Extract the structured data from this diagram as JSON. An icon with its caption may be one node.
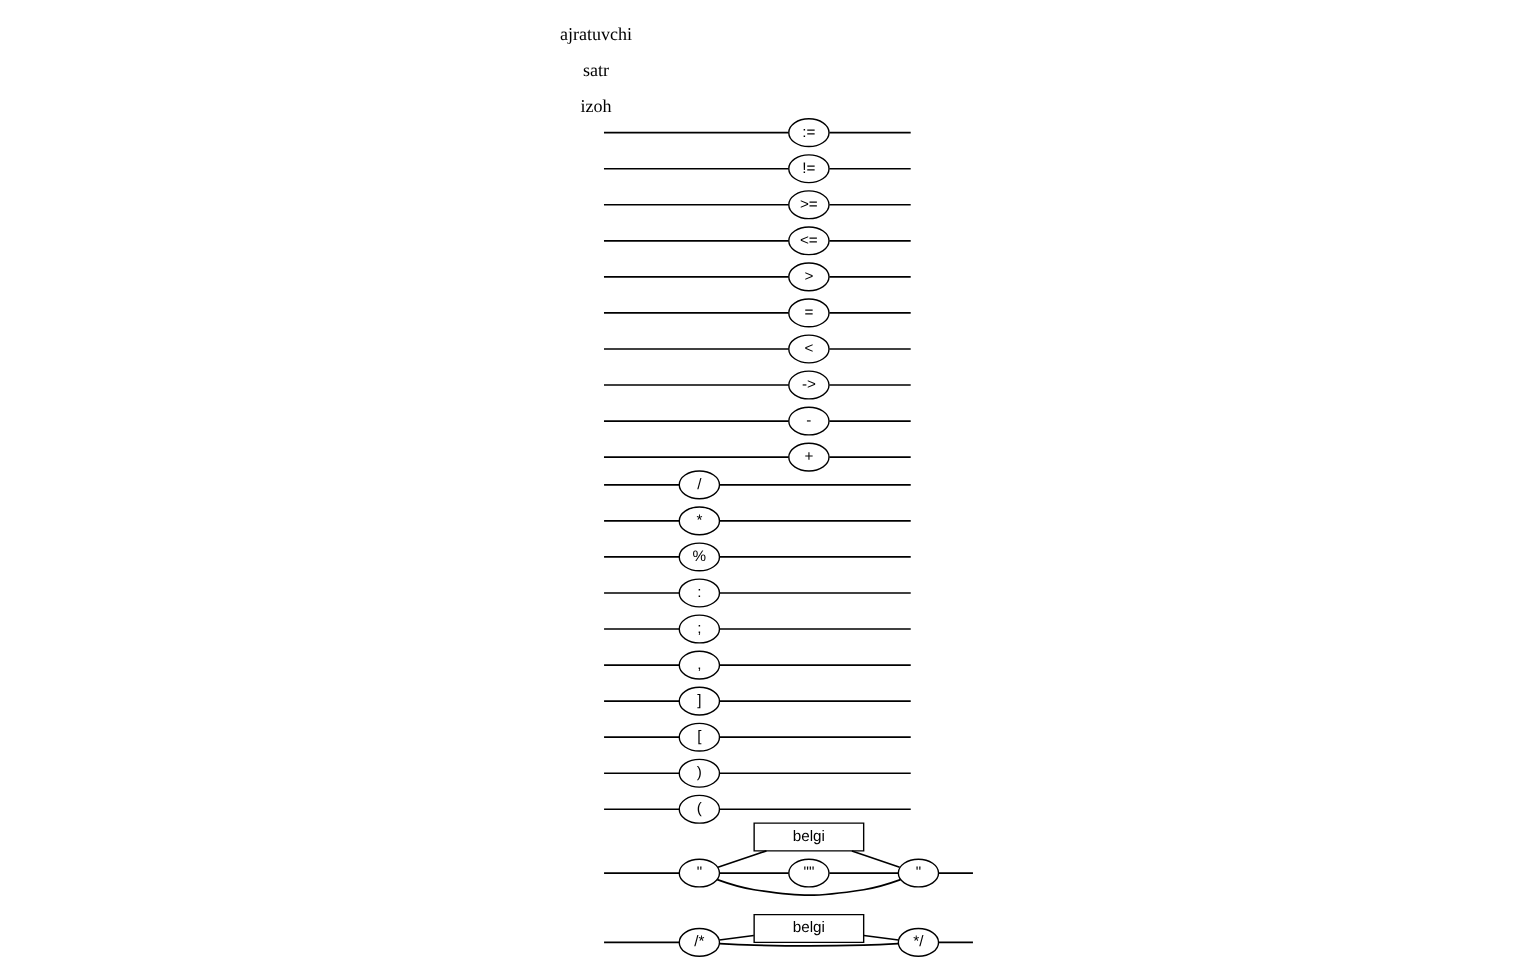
{
  "diagram": {
    "nodes": [
      {
        "text": [
          "/*"
        ]
      },
      {
        "text": [
          "belgi"
        ]
      },
      {
        "text": [
          "*/"
        ]
      },
      {
        "text": [
          "\""
        ]
      },
      {
        "text": [
          "belgi"
        ]
      },
      {
        "text": [
          "\"\""
        ]
      },
      {
        "text": [
          "\""
        ]
      },
      {
        "text": [
          "("
        ]
      },
      {
        "text": [
          ")"
        ]
      },
      {
        "text": [
          "["
        ]
      },
      {
        "text": [
          "]"
        ]
      },
      {
        "text": [
          ","
        ]
      },
      {
        "text": [
          ";"
        ]
      },
      {
        "text": [
          ":"
        ]
      },
      {
        "text": [
          "%"
        ]
      },
      {
        "text": [
          "*"
        ]
      },
      {
        "text": [
          "/"
        ]
      },
      {
        "text": [
          "+"
        ]
      },
      {
        "text": [
          "-"
        ]
      },
      {
        "text": [
          "->"
        ]
      },
      {
        "text": [
          "<"
        ]
      },
      {
        "text": [
          "="
        ]
      },
      {
        "text": [
          ">"
        ]
      },
      {
        "text": [
          "<="
        ]
      },
      {
        "text": [
          ">="
        ]
      },
      {
        "text": [
          "!="
        ]
      },
      {
        "text": [
          ":="
        ]
      }
    ],
    "edges": [
      {
        "from": null,
        "to": 0,
        "arrow": "none"
      },
      {
        "from": 0,
        "to": 2,
        "arrow": "none"
      },
      {
        "from": 0,
        "to": 1,
        "arrow": "none"
      },
      {
        "from": 1,
        "to": 2,
        "arrow": "none"
      },
      {
        "from": 2,
        "to": null,
        "arrow": "none"
      },
      {
        "from": null,
        "to": 3,
        "arrow": "none"
      },
      {
        "from": 3,
        "to": 6,
        "arrow": "none"
      },
      {
        "from": 3,
        "to": 4,
        "arrow": "none"
      },
      {
        "from": 4,
        "to": 6,
        "arrow": "none"
      },
      {
        "from": 3,
        "to": 5,
        "arrow": "none"
      },
      {
        "from": 5,
        "to": 6,
        "arrow": "none"
      },
      {
        "from": 6,
        "to": null,
        "arrow": "none"
      },
      {
        "from": null,
        "to": 7,
        "arrow": "none"
      },
      {
        "from": 7,
        "to": null,
        "arrow": "none"
      },
      {
        "from": null,
        "to": 8,
        "arrow": "none"
      },
      {
        "from": 8,
        "to": null,
        "arrow": "none"
      },
      {
        "from": null,
        "to": 9,
        "arrow": "none"
      },
      {
        "from": 9,
        "to": null,
        "arrow": "none"
      },
      {
        "from": null,
        "to": 10,
        "arrow": "none"
      },
      {
        "from": 10,
        "to": null,
        "arrow": "none"
      },
      {
        "from": null,
        "to": 11,
        "arrow": "none"
      },
      {
        "from": 11,
        "to": null,
        "arrow": "none"
      },
      {
        "from": null,
        "to": 12,
        "arrow": "none"
      },
      {
        "from": 12,
        "to": null,
        "arrow": "none"
      },
      {
        "from": null,
        "to": 13,
        "arrow": "none"
      },
      {
        "from": 13,
        "to": null,
        "arrow": "none"
      },
      {
        "from": null,
        "to": 14,
        "arrow": "none"
      },
      {
        "from": 14,
        "to": null,
        "arrow": "none"
      },
      {
        "from": null,
        "to": 15,
        "arrow": "none"
      },
      {
        "from": 15,
        "to": null,
        "arrow": "none"
      },
      {
        "from": null,
        "to": 16,
        "arrow": "none"
      },
      {
        "from": 16,
        "to": null,
        "arrow": "none"
      },
      {
        "from": null,
        "to": 17,
        "arrow": "none"
      },
      {
        "from": 17,
        "to": null,
        "arrow": "none"
      },
      {
        "from": null,
        "to": 18,
        "arrow": "none"
      },
      {
        "from": 18,
        "to": null,
        "arrow": "none"
      },
      {
        "from": null,
        "to": 19,
        "arrow": "none"
      },
      {
        "from": 19,
        "to": null,
        "arrow": "none"
      },
      {
        "from": null,
        "to": 20,
        "arrow": "none"
      },
      {
        "from": 20,
        "to": null,
        "arrow": "none"
      },
      {
        "from": null,
        "to": 21,
        "arrow": "none"
      },
      {
        "from": 21,
        "to": null,
        "arrow": "none"
      },
      {
        "from": null,
        "to": 22,
        "arrow": "none"
      },
      {
        "from": 22,
        "to": null,
        "arrow": "none"
      },
      {
        "from": null,
        "to": 23,
        "arrow": "none"
      },
      {
        "from": 23,
        "to": null,
        "arrow": "none"
      },
      {
        "from": null,
        "to": 24,
        "arrow": "none"
      },
      {
        "from": 24,
        "to": null,
        "arrow": "none"
      },
      {
        "from": null,
        "to": 25,
        "arrow": "none"
      },
      {
        "from": 25,
        "to": null,
        "arrow": "none"
      },
      {
        "from": null,
        "to": 26,
        "arrow": "none"
      },
      {
        "from": 26,
        "to": null,
        "arrow": "none"
      }
    ],
    "labels": [
      "izoh",
      "satr",
      "ajratuvchi"
    ]
  }
}
